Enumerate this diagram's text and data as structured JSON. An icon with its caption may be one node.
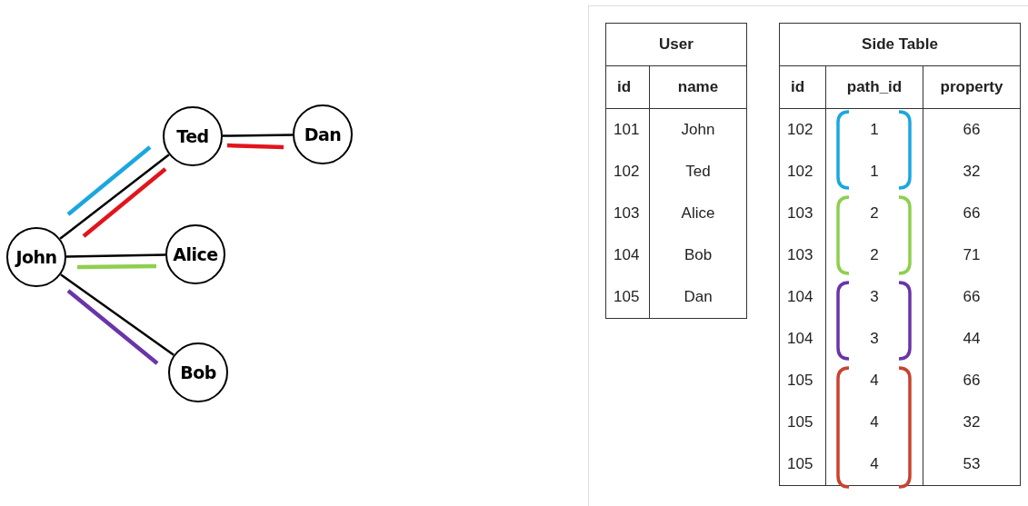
{
  "diagram": {
    "nodes": [
      {
        "text": [
          "John"
        ]
      },
      {
        "text": [
          "Ted"
        ]
      },
      {
        "text": [
          "Dan"
        ]
      },
      {
        "text": [
          "Alice"
        ]
      },
      {
        "text": [
          "Bob"
        ]
      }
    ],
    "edges": [
      {
        "from": 0,
        "to": 1,
        "arrow": "none"
      },
      {
        "from": 1,
        "to": 2,
        "arrow": "none"
      },
      {
        "from": 0,
        "to": 3,
        "arrow": "none"
      },
      {
        "from": 0,
        "to": 4,
        "arrow": "none"
      }
    ],
    "labels": [
      "User",
      "id",
      "name",
      "101",
      "John",
      "102",
      "Ted",
      "103",
      "Alice",
      "104",
      "Bob",
      "105",
      "Dan",
      "Side Table",
      "id",
      "path_id",
      "property",
      "102",
      "1",
      "66",
      "102",
      "1",
      "32",
      "103",
      "2",
      "66",
      "103",
      "2",
      "71",
      "104",
      "3",
      "66",
      "104",
      "3",
      "44",
      "105",
      "4",
      "66",
      "105",
      "4",
      "32",
      "105",
      "4",
      "53"
    ]
  }
}
